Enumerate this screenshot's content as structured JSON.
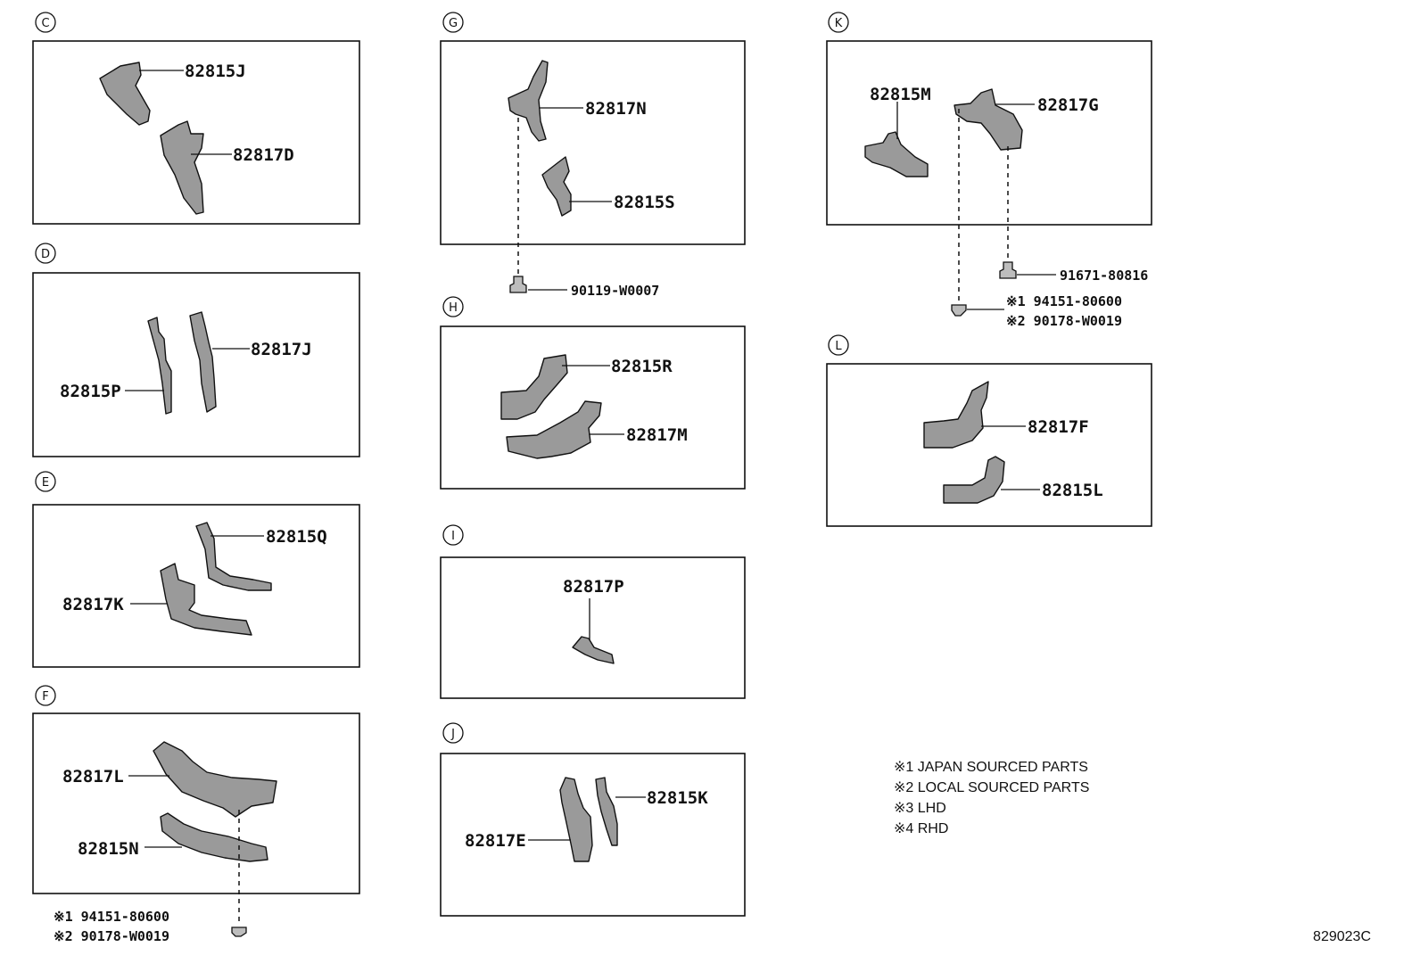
{
  "sections": {
    "C": {
      "letter": "C",
      "parts": [
        "82815J",
        "82817D"
      ]
    },
    "D": {
      "letter": "D",
      "parts": [
        "82817J",
        "82815P"
      ]
    },
    "E": {
      "letter": "E",
      "parts": [
        "82815Q",
        "82817K"
      ]
    },
    "F": {
      "letter": "F",
      "parts": [
        "82817L",
        "82815N"
      ],
      "hardware": [
        "※1 94151-80600",
        "※2 90178-W0019"
      ]
    },
    "G": {
      "letter": "G",
      "parts": [
        "82817N",
        "82815S"
      ],
      "hardware": [
        "90119-W0007"
      ]
    },
    "H": {
      "letter": "H",
      "parts": [
        "82815R",
        "82817M"
      ]
    },
    "I": {
      "letter": "I",
      "parts": [
        "82817P"
      ]
    },
    "J": {
      "letter": "J",
      "parts": [
        "82815K",
        "82817E"
      ]
    },
    "K": {
      "letter": "K",
      "parts": [
        "82815M",
        "82817G"
      ],
      "hardware": [
        "91671-80816",
        "※1 94151-80600",
        "※2 90178-W0019"
      ]
    },
    "L": {
      "letter": "L",
      "parts": [
        "82817F",
        "82815L"
      ]
    }
  },
  "notes": [
    "※1 JAPAN SOURCED PARTS",
    "※2 LOCAL SOURCED PARTS",
    "※3 LHD",
    "※4 RHD"
  ],
  "figure_id": "829023C"
}
